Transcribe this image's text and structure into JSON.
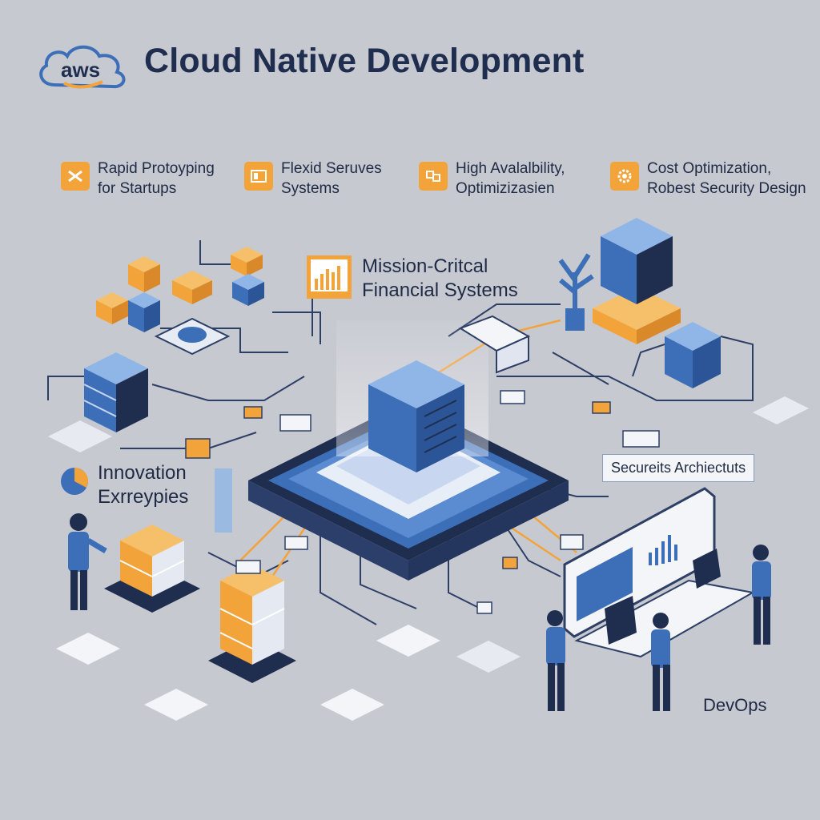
{
  "header": {
    "logo_text": "aws",
    "title": "Cloud Native Development"
  },
  "features": [
    {
      "icon": "tools-icon",
      "line1": "Rapid Protoyping",
      "line2": "for Startups"
    },
    {
      "icon": "server-panel-icon",
      "line1": "Flexid Seruves",
      "line2": "Systems"
    },
    {
      "icon": "availability-icon",
      "line1": "High Avalalbility,",
      "line2": "Optimizizasien"
    },
    {
      "icon": "gear-icon",
      "line1": "Cost Optimization,",
      "line2": "Robest Security Design"
    }
  ],
  "callouts": {
    "mission_line1": "Mission-Critcal",
    "mission_line2": "Financial Systems",
    "innovation_line1": "Innovation",
    "innovation_line2": "Exrreypies",
    "secure": "Secureits Archiectuts",
    "devops": "DevOps"
  },
  "colors": {
    "background": "#c7c9d1",
    "accent_orange": "#f2a33a",
    "primary_blue": "#3c6fb8",
    "navy": "#1f2d4e",
    "light_blue": "#8fb6e6"
  }
}
